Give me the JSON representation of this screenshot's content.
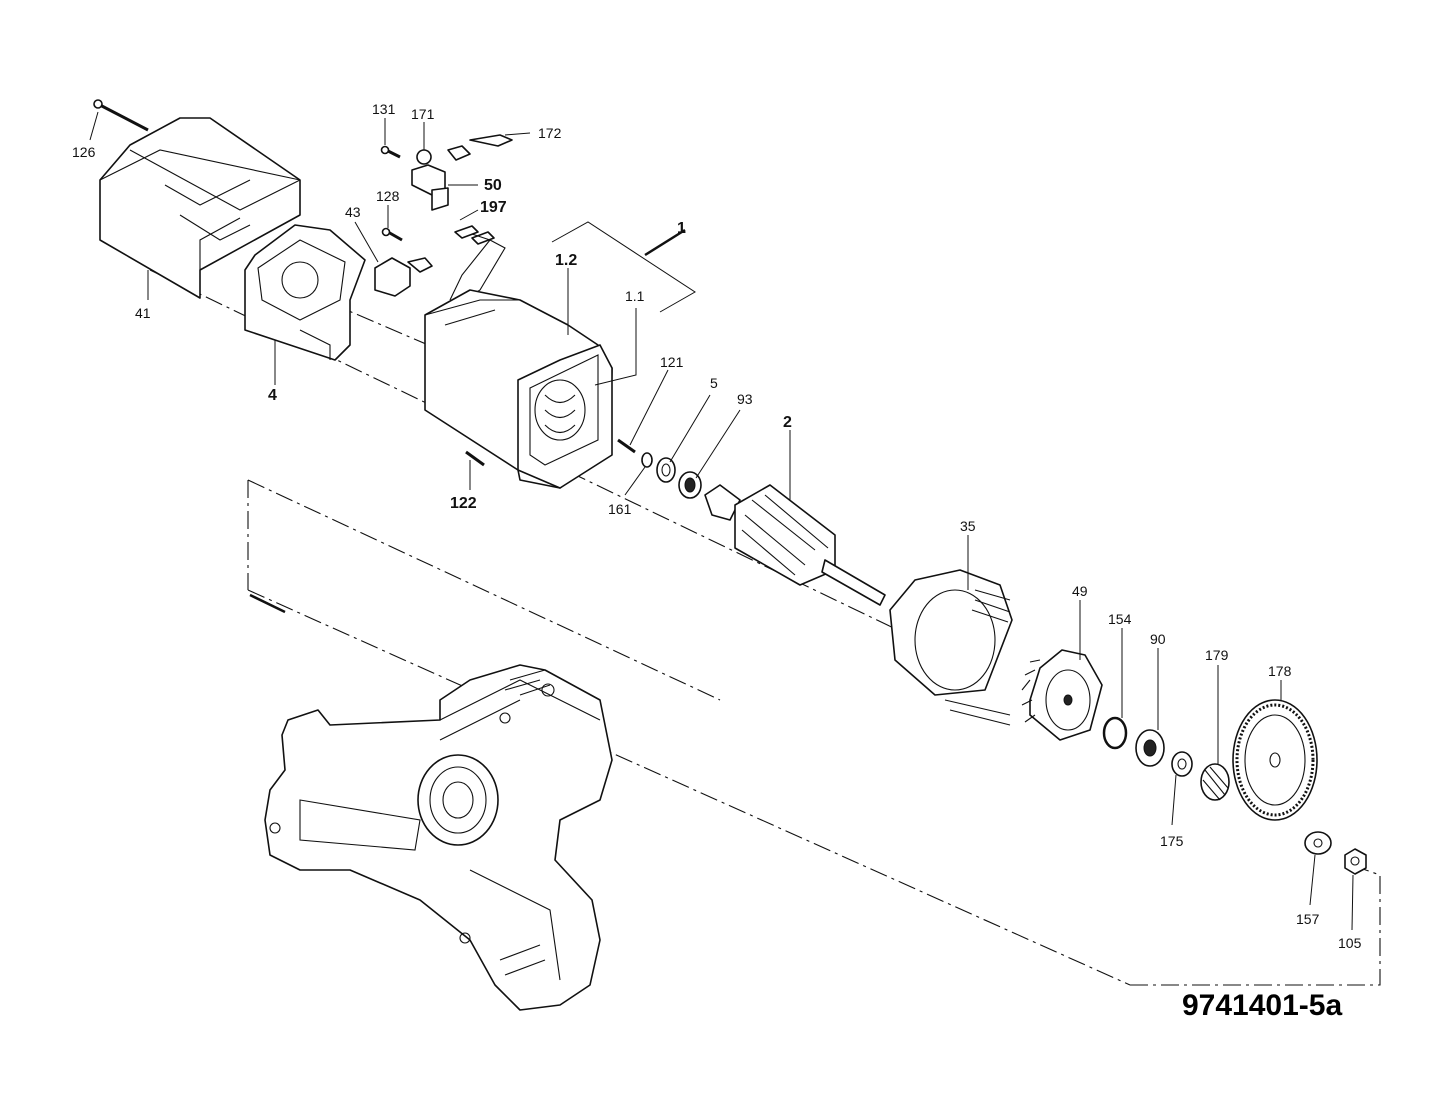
{
  "drawing": {
    "number": "9741401-5a"
  },
  "labels": {
    "p126": "126",
    "p41": "41",
    "p4": "4",
    "p43": "43",
    "p131": "131",
    "p171": "171",
    "p172": "172",
    "p50": "50",
    "p128": "128",
    "p197": "197",
    "p1": "1",
    "p1_2": "1.2",
    "p1_1": "1.1",
    "p121": "121",
    "p5": "5",
    "p93": "93",
    "p2": "2",
    "p161": "161",
    "p122": "122",
    "p35": "35",
    "p49": "49",
    "p154": "154",
    "p90": "90",
    "p179": "179",
    "p178": "178",
    "p175": "175",
    "p157": "157",
    "p105": "105"
  }
}
